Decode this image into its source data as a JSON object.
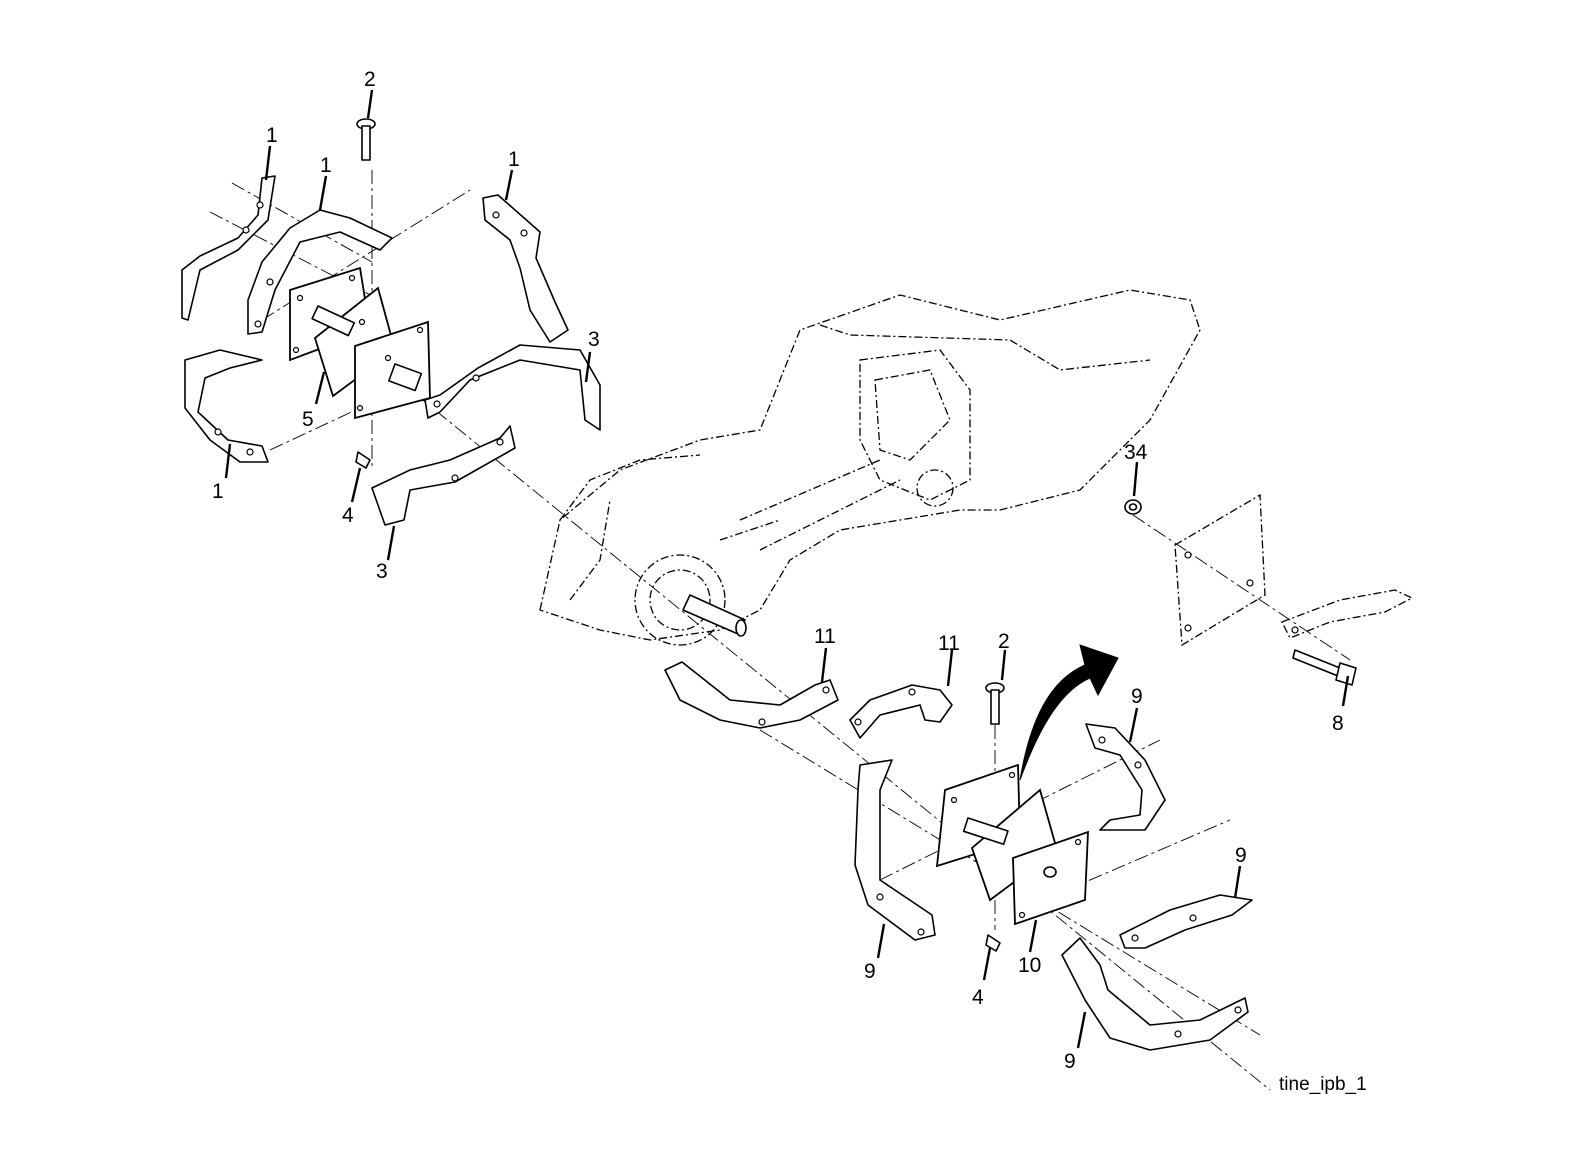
{
  "figure_id": "tine_ipb_1",
  "callouts": {
    "c1a": "1",
    "c1b": "1",
    "c1c": "1",
    "c1d": "1",
    "c2a": "2",
    "c2b": "2",
    "c3a": "3",
    "c3b": "3",
    "c4a": "4",
    "c4b": "4",
    "c5": "5",
    "c8": "8",
    "c9a": "9",
    "c9b": "9",
    "c9c": "9",
    "c9d": "9",
    "c10": "10",
    "c11a": "11",
    "c11b": "11",
    "c34": "34"
  }
}
